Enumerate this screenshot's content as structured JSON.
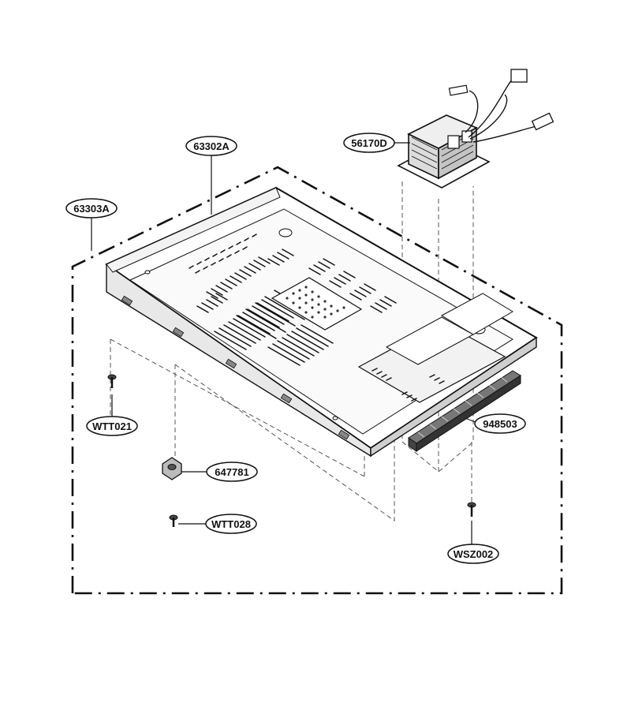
{
  "diagram": {
    "callouts": {
      "c_63302A": "63302A",
      "c_63303A": "63303A",
      "c_56170D": "56170D",
      "c_WTT021": "WTT021",
      "c_647781": "647781",
      "c_WTT028": "WTT028",
      "c_948503": "948503",
      "c_WSZ002": "WSZ002"
    },
    "colors": {
      "line": "#111111",
      "part_fill": "#ffffff",
      "shade": "#dcdcdc",
      "dark": "#555555"
    },
    "icons": [
      "base-plate",
      "transformer",
      "screw",
      "nut",
      "foam-strip"
    ]
  }
}
